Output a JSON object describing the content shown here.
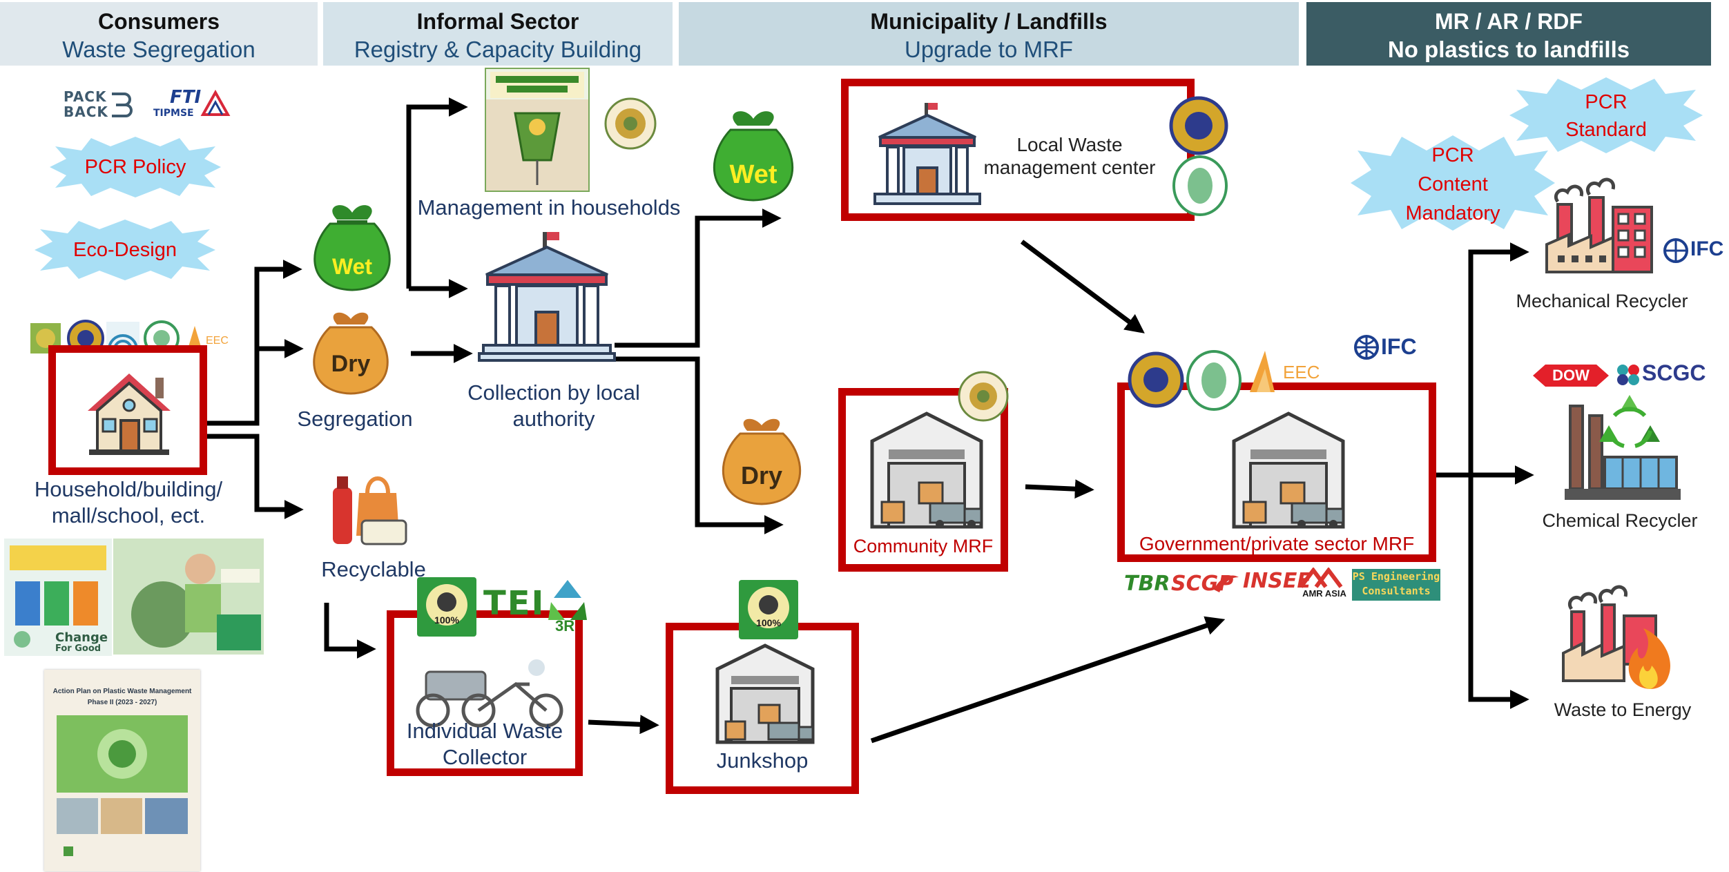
{
  "headers": [
    {
      "title": "Consumers",
      "subtitle": "Waste Segregation"
    },
    {
      "title": "Informal Sector",
      "subtitle": "Registry & Capacity Building"
    },
    {
      "title": "Municipality / Landfills",
      "subtitle": "Upgrade to MRF"
    },
    {
      "title": "MR / AR / RDF",
      "subtitle": "No plastics to landfills"
    }
  ],
  "badges": {
    "pcr_policy": "PCR Policy",
    "eco_design": "Eco-Design",
    "pcr_content_1": "PCR",
    "pcr_content_2": "Content",
    "pcr_content_3": "Mandatory",
    "pcr_standard_1": "PCR",
    "pcr_standard_2": "Standard"
  },
  "bags": {
    "wet": "Wet",
    "dry": "Dry"
  },
  "nodes": {
    "household_1": "Household/building/",
    "household_2": "mall/school, ect.",
    "segregation": "Segregation",
    "recyclable": "Recyclable",
    "mgmt_households": "Management in households",
    "collection_1": "Collection by local",
    "collection_2": "authority",
    "local_waste_1": "Local Waste",
    "local_waste_2": "management center",
    "community_mrf": "Community MRF",
    "gov_mrf": "Government/private sector MRF",
    "individual_1": "Individual Waste",
    "individual_2": "Collector",
    "junkshop": "Junkshop",
    "mechanical": "Mechanical Recycler",
    "chemical": "Chemical Recycler",
    "energy": "Waste to Energy"
  },
  "logos": {
    "packback_1": "PACK",
    "packback_2": "BACK",
    "fti": "FTI",
    "tpmse": "TIPMSE",
    "eec": "EEC",
    "ifc": "IFC",
    "dow": "DOW",
    "scgc": "SCGC",
    "tei": "TEI",
    "three_r": "3R",
    "tbr": "TBR",
    "scgp": "SCGP",
    "insee": "INSEE",
    "amr": "AMR ASIA",
    "ps_1": "PS Engineering",
    "ps_2": "Consultants",
    "change_1": "Change",
    "change_2": "For Good",
    "badge_100": "100%"
  },
  "document": {
    "title_1": "Action Plan on Plastic Waste Management",
    "title_2": "Phase II (2023 - 2027)"
  },
  "colors": {
    "header_light": "#dfe8ee",
    "header_mid": "#c9dbe3",
    "header_dark": "#3b5c64",
    "red_box": "#c00000",
    "star_fill": "#a9dff5",
    "star_text": "#e00000",
    "label_blue": "#1f3864"
  }
}
